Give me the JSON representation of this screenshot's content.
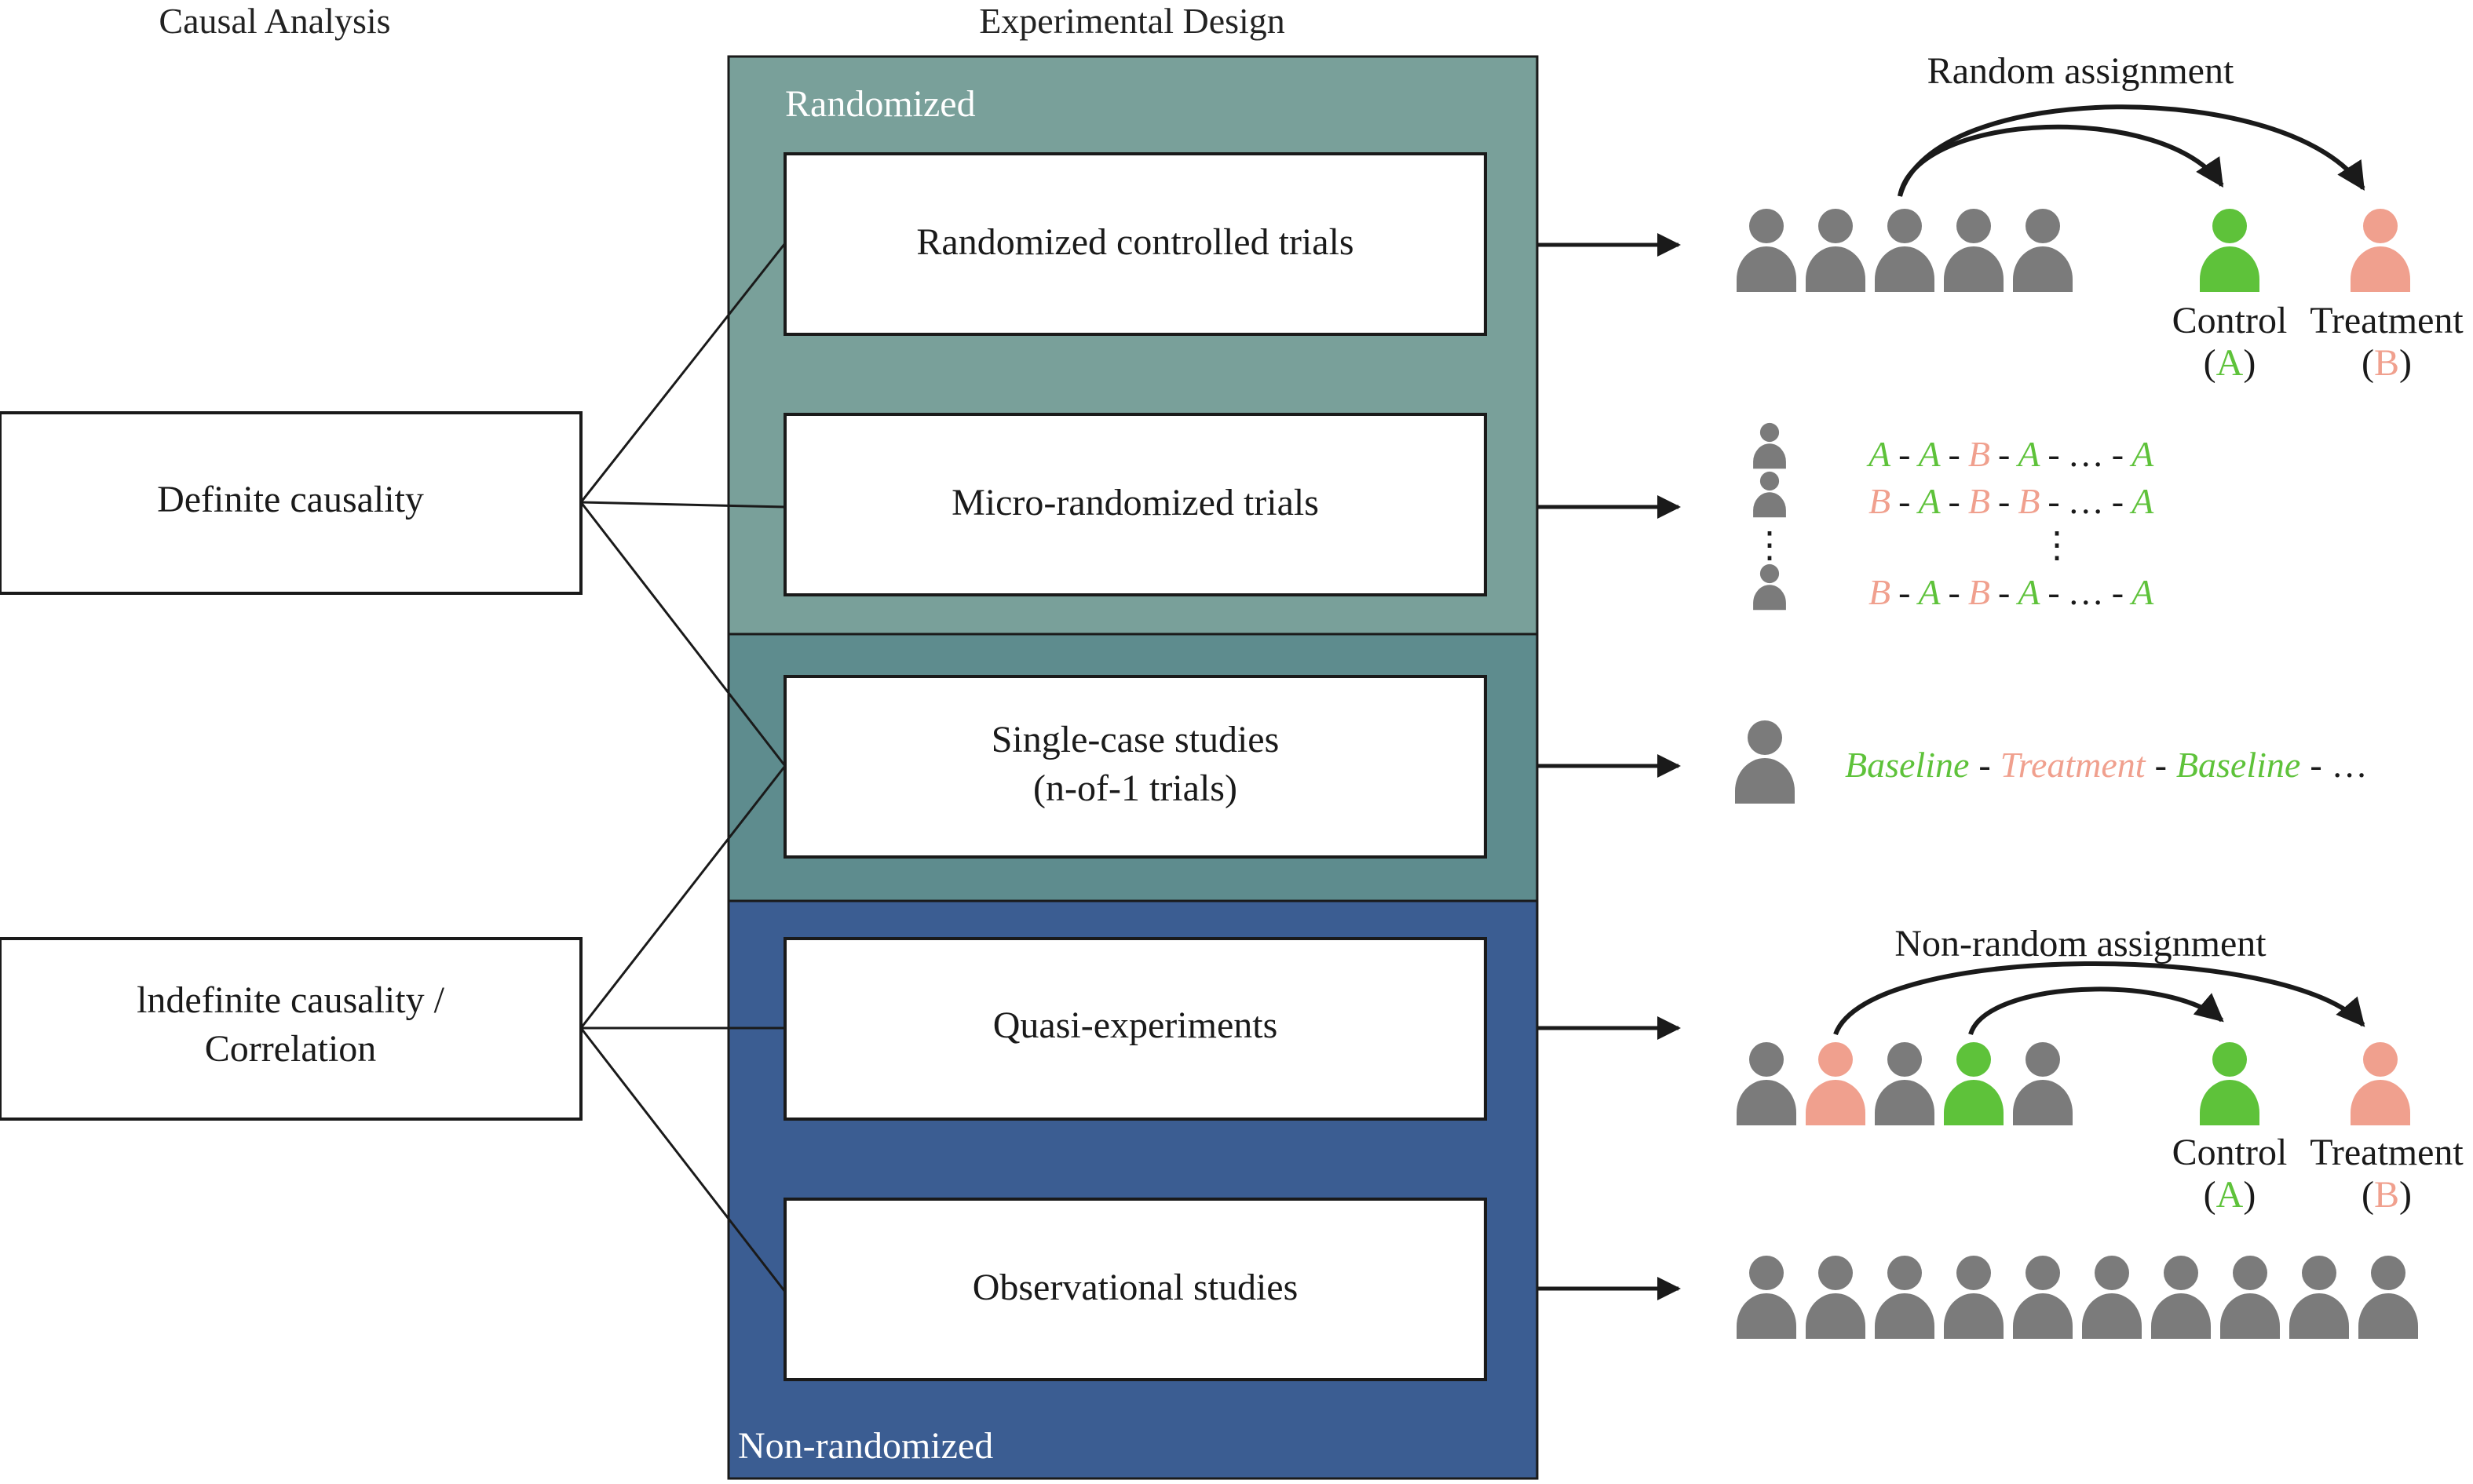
{
  "headers": {
    "causal_analysis": "Causal Analysis",
    "experimental_design": "Experimental Design"
  },
  "causality": {
    "definite": "Definite causality",
    "indefinite_line1": "lndefinite causality /",
    "indefinite_line2": "Correlation"
  },
  "panels": {
    "randomized": "Randomized",
    "non_randomized": "Non-randomized"
  },
  "designs": {
    "rct": "Randomized controlled trials",
    "mrt": "Micro-randomized trials",
    "single_case_line1": "Single-case studies",
    "single_case_line2": "(n-of-1 trials)",
    "quasi": "Quasi-experiments",
    "observational": "Observational studies"
  },
  "assignment": {
    "random": "Random assignment",
    "non_random": "Non-random assignment"
  },
  "groups": {
    "control": "Control",
    "treatment": "Treatment",
    "control_code": "A",
    "treatment_code": "B",
    "open_paren": "(",
    "close_paren": ")"
  },
  "mrt_sequences": {
    "rows": [
      [
        "A",
        "A",
        "B",
        "A",
        "…",
        "A"
      ],
      [
        "B",
        "A",
        "B",
        "B",
        "…",
        "A"
      ],
      [
        "B",
        "A",
        "B",
        "A",
        "…",
        "A"
      ]
    ],
    "dash": "-",
    "vertical_ellipsis": "⋮"
  },
  "single_case_sequence": {
    "baseline": "Baseline",
    "treatment": "Treatment",
    "dash": "-",
    "ellipsis": "…"
  },
  "colors": {
    "randomized_panel": "#79a09a",
    "single_case_panel": "#5e8c8e",
    "non_randomized_panel": "#3b5d92",
    "person_gray": "#7b7b7b",
    "control_green": "#5ec23a",
    "treatment_salmon": "#f0a08e",
    "line": "#1a1a1a"
  },
  "icons": {
    "person": "person-icon",
    "arrow": "arrow-right-icon"
  }
}
